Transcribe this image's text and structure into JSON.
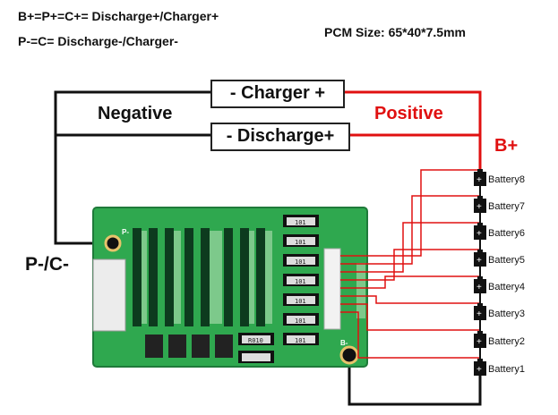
{
  "notes": {
    "line1": "B+=P+=C+= Discharge+/Charger+",
    "line2": "P-=C= Discharge-/Charger-",
    "pcm_size": "PCM Size: 65*40*7.5mm"
  },
  "labels": {
    "negative": "Negative",
    "positive": "Positive",
    "b_plus": "B+",
    "p_minus": "P-/C-"
  },
  "boxes": {
    "charger": "- Charger +",
    "discharge": "- Discharge+"
  },
  "board": {
    "resistor_code": "101",
    "resistor_code_alt": "R010",
    "pad_p": "P-",
    "pad_b": "B-"
  },
  "batteries": [
    "Battery8",
    "Battery7",
    "Battery6",
    "Battery5",
    "Battery4",
    "Battery3",
    "Battery2",
    "Battery1"
  ],
  "colors": {
    "negative_wire": "#111111",
    "positive_wire": "#e01010",
    "board": "#2fa84f",
    "board_dark": "#1f7a3a"
  }
}
